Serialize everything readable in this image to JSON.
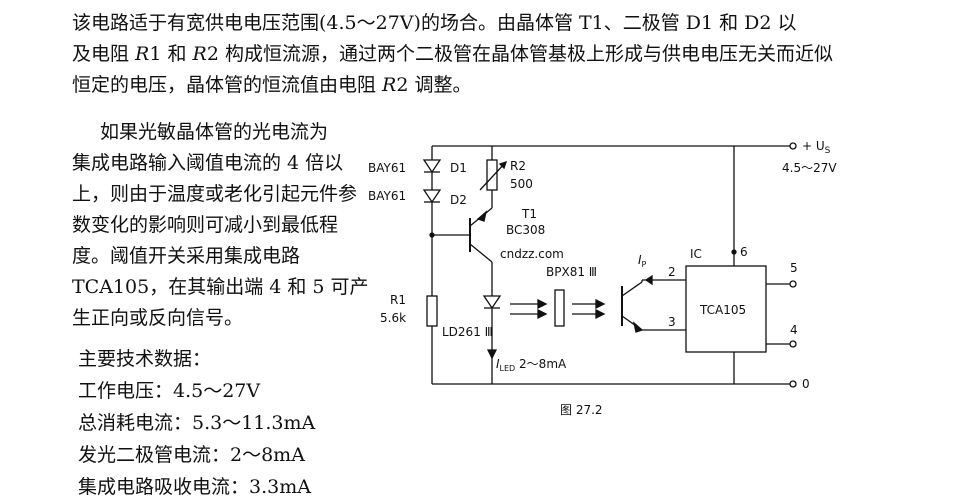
{
  "intro": {
    "line1": "该电路适于有宽供电电压范围(4.5～27V)的场合。由晶体管 T1、二极管 D1 和 D2 以",
    "line2_a": "及电阻 ",
    "line2_r1": "R",
    "line2_b": "1 和 ",
    "line2_r2": "R",
    "line2_c": "2 构成恒流源，通过两个二极管在晶体管基极上形成与供电电压无关而近似",
    "line3_a": "恒定的电压，晶体管的恒流值由电阻 ",
    "line3_r": "R",
    "line3_b": "2 调整。"
  },
  "body": {
    "lines": [
      "如果光敏晶体管的光电流为",
      "集成电路输入阈值电流的 4 倍以",
      "上，则由于温度或老化引起元件参",
      "数变化的影响则可减小到最低程",
      "度。阈值开关采用集成电路",
      "TCA105，在其输出端 4 和 5 可产",
      "生正向或反向信号。"
    ]
  },
  "specs": {
    "heading": "主要技术数据：",
    "items": [
      "工作电压：4.5～27V",
      "总消耗电流：5.3～11.3mA",
      "发光二极管电流：2～8mA",
      "集成电路吸收电流：3.3mA"
    ]
  },
  "circuit": {
    "supply_label": "+ U",
    "supply_sub": "S",
    "supply_range": "4.5～27V",
    "d1_type": "BAY61",
    "d1_name": "D1",
    "d2_type": "BAY61",
    "d2_name": "D2",
    "r2_name": "R2",
    "r2_value": "500",
    "t1_name": "T1",
    "t1_type": "BC308",
    "r1_name": "R1",
    "r1_value": "5.6k",
    "led_name": "LD261",
    "led_mark": "Ⅲ",
    "iled_label": "I",
    "iled_sub": "LED",
    "iled_value": "2～8mA",
    "photo_name": "BPX81",
    "photo_mark": "Ⅲ",
    "ip_label": "I",
    "ip_sub": "P",
    "ic_label": "IC",
    "ic_name": "TCA105",
    "pin2": "2",
    "pin3": "3",
    "pin6": "6",
    "pin5": "5",
    "pin4": "4",
    "ground": "0",
    "caption": "图 27.2",
    "watermark": "cndzz.com"
  }
}
